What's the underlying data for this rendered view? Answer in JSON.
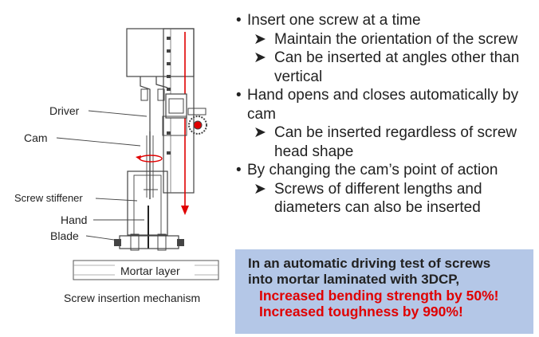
{
  "diagram": {
    "labels": {
      "driver": "Driver",
      "cam": "Cam",
      "screw_stiffener": "Screw stiffener",
      "hand": "Hand",
      "blade": "Blade",
      "mortar_layer": "Mortar layer"
    },
    "caption": "Screw insertion mechanism",
    "colors": {
      "motion_arrow": "#e00000",
      "line": "#333333"
    }
  },
  "bullets": [
    {
      "text": "Insert one screw at a time",
      "sub": [
        "Maintain the orientation of the screw",
        "Can be inserted at angles other than vertical"
      ]
    },
    {
      "text": "Hand opens and closes automatically by cam",
      "sub": [
        "Can be inserted regardless of screw head shape"
      ]
    },
    {
      "text": "By changing the cam’s point of action",
      "sub": [
        "Screws of different lengths and diameters can also be inserted"
      ]
    }
  ],
  "result_box": {
    "line1": "In an automatic driving test of screws",
    "line2": "into mortar laminated with 3DCP,",
    "highlight1": "Increased bending strength by 50%!",
    "highlight2": "Increased toughness by 990%!",
    "colors": {
      "background": "#b4c7e7",
      "highlight": "#e00000"
    }
  },
  "glyphs": {
    "bullet": "•",
    "sub_arrow": "➤"
  }
}
